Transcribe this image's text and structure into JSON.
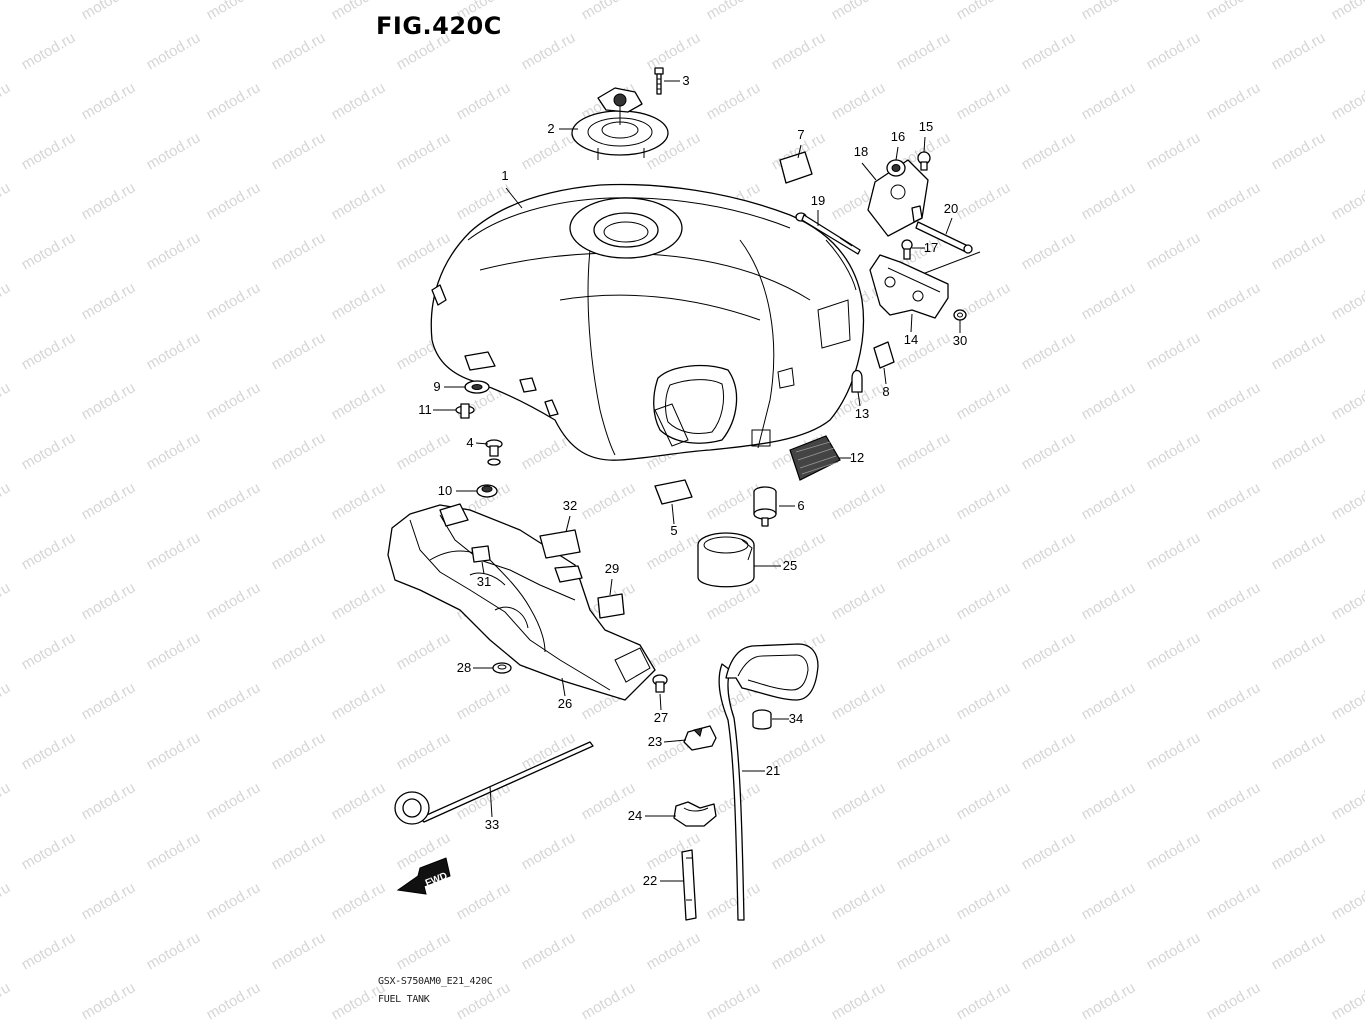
{
  "figure": {
    "title": "FIG.420C",
    "model_code": "GSX-S750AM0_E21_420C",
    "name": "FUEL TANK",
    "watermark": "motod.ru",
    "fwd_label": "FWD"
  },
  "callouts": [
    {
      "num": "1"
    },
    {
      "num": "2"
    },
    {
      "num": "3"
    },
    {
      "num": "4"
    },
    {
      "num": "5"
    },
    {
      "num": "6"
    },
    {
      "num": "7"
    },
    {
      "num": "8"
    },
    {
      "num": "9"
    },
    {
      "num": "10"
    },
    {
      "num": "11"
    },
    {
      "num": "12"
    },
    {
      "num": "13"
    },
    {
      "num": "14"
    },
    {
      "num": "15"
    },
    {
      "num": "16"
    },
    {
      "num": "17"
    },
    {
      "num": "18"
    },
    {
      "num": "19"
    },
    {
      "num": "20"
    },
    {
      "num": "21"
    },
    {
      "num": "22"
    },
    {
      "num": "23"
    },
    {
      "num": "24"
    },
    {
      "num": "25"
    },
    {
      "num": "26"
    },
    {
      "num": "27"
    },
    {
      "num": "28"
    },
    {
      "num": "29"
    },
    {
      "num": "30"
    },
    {
      "num": "31"
    },
    {
      "num": "32"
    },
    {
      "num": "33"
    },
    {
      "num": "34"
    }
  ]
}
